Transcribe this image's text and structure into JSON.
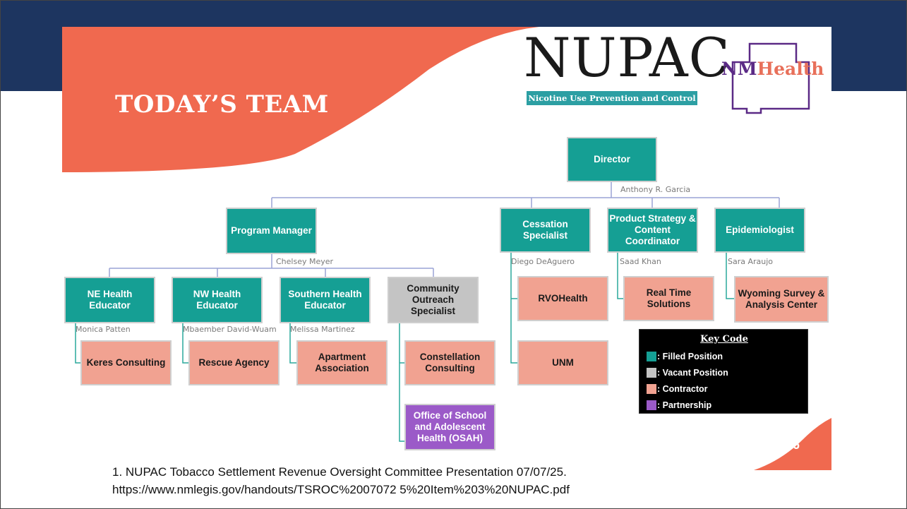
{
  "slide": {
    "title": "TODAY’S TEAM",
    "page_number": "6"
  },
  "logos": {
    "nupac_wordmark": "NUPAC",
    "nupac_tagline": "Nicotine Use Prevention and Control",
    "nmhealth_prefix": "NM",
    "nmhealth_suffix": "Health"
  },
  "org_chart": {
    "director": {
      "role": "Director",
      "person": "Anthony R. Garcia",
      "type": "filled"
    },
    "program_manager": {
      "role": "Program Manager",
      "person": "Chelsey Meyer",
      "type": "filled"
    },
    "cessation": {
      "role": "Cessation Specialist",
      "person": "Diego DeAguero",
      "type": "filled"
    },
    "product_strategy": {
      "role": "Product Strategy & Content Coordinator",
      "person": "Saad Khan",
      "type": "filled"
    },
    "epidemiologist": {
      "role": "Epidemiologist",
      "person": "Sara Araujo",
      "type": "filled"
    },
    "ne_educator": {
      "role": "NE Health Educator",
      "person": "Monica Patten",
      "type": "filled"
    },
    "nw_educator": {
      "role": "NW Health Educator",
      "person": "Mbaember David-Wuam",
      "type": "filled"
    },
    "southern_educator": {
      "role": "Southern Health Educator",
      "person": "Melissa Martinez",
      "type": "filled"
    },
    "outreach": {
      "role": "Community Outreach Specialist",
      "type": "vacant"
    },
    "keres": {
      "label": "Keres Consulting",
      "type": "contractor"
    },
    "rescue": {
      "label": "Rescue Agency",
      "type": "contractor"
    },
    "apartment": {
      "label": "Apartment Association",
      "type": "contractor"
    },
    "constellation": {
      "label": "Constellation Consulting",
      "type": "contractor"
    },
    "osah": {
      "label": "Office of School and Adolescent Health (OSAH)",
      "type": "partnership"
    },
    "rvo": {
      "label": "RVOHealth",
      "type": "contractor"
    },
    "unm": {
      "label": "UNM",
      "type": "contractor"
    },
    "realtime": {
      "label": "Real Time Solutions",
      "type": "contractor"
    },
    "wyoming": {
      "label": "Wyoming Survey & Analysis Center",
      "type": "contractor"
    }
  },
  "key_code": {
    "title": "Key Code",
    "items": [
      {
        "label": ": Filled Position",
        "color": "#159f94"
      },
      {
        "label": ": Vacant Position",
        "color": "#c4c4c4"
      },
      {
        "label": ": Contractor",
        "color": "#f1a291"
      },
      {
        "label": ": Partnership",
        "color": "#9b5ac8"
      }
    ]
  },
  "citation": {
    "line1": "1. NUPAC Tobacco Settlement Revenue Oversight Committee Presentation 07/07/25.",
    "line2": "https://www.nmlegis.gov/handouts/TSROC%2007072 5%20Item%203%20NUPAC.pdf"
  },
  "colors": {
    "navy": "#1d3560",
    "coral": "#f0694f",
    "teal": "#159f94",
    "contractor": "#f1a291",
    "vacant": "#c4c4c4",
    "partnership": "#9b5ac8",
    "connector": "#9aa3d6"
  }
}
